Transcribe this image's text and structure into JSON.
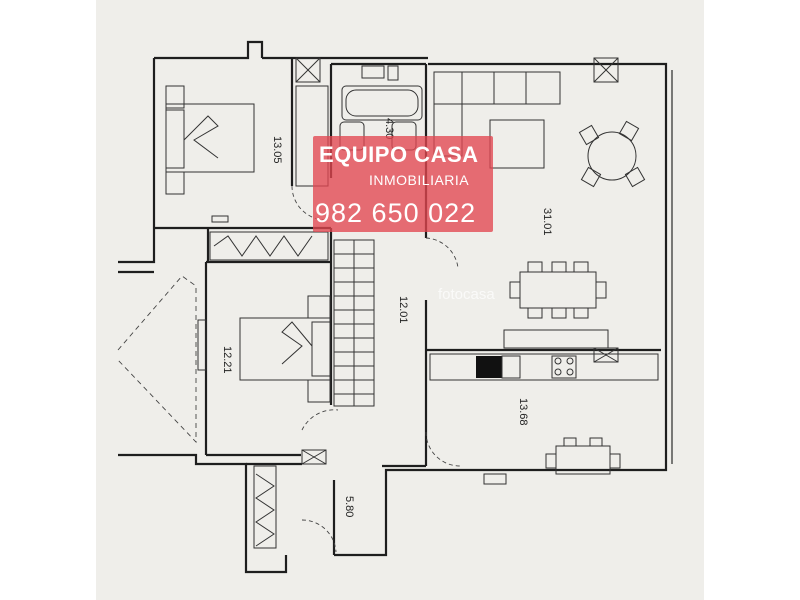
{
  "plan": {
    "rooms": [
      {
        "id": "bedroom-1",
        "area": "13.05"
      },
      {
        "id": "bathroom",
        "area": "4.30"
      },
      {
        "id": "living-room",
        "area": "31.01"
      },
      {
        "id": "hall",
        "area": "12.01"
      },
      {
        "id": "bedroom-2",
        "area": "12.21"
      },
      {
        "id": "kitchen",
        "area": "13.68"
      },
      {
        "id": "entry",
        "area": "5.80"
      }
    ]
  },
  "agency": {
    "name": "EQUIPO CASA",
    "subtitle": "INMOBILIARIA",
    "phone": "982 650 022",
    "color": "#e24650"
  },
  "watermark": "fotocasa"
}
